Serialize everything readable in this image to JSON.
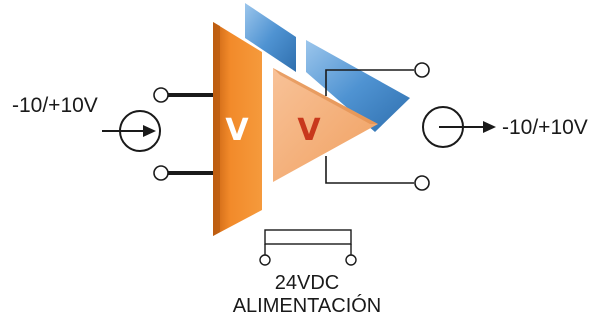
{
  "input": {
    "label": "-10/+10V"
  },
  "output": {
    "label": "-10/+10V"
  },
  "input_block": {
    "label": "V"
  },
  "amplifier_block": {
    "label": "V"
  },
  "power": {
    "voltage": "24VDC",
    "label": "ALIMENTACIÓN"
  },
  "colors": {
    "input_block": "#f28a2a",
    "input_block_dark": "#c86312",
    "amplifier_block": "#f5b07a",
    "amplifier_block_edge": "#e08a48",
    "shadow_blue": "#4f93d2",
    "shadow_blue_dark": "#2f6fae",
    "input_letter": "#ffffff",
    "amplifier_letter": "#c8381c",
    "line": "#1a1a1a"
  }
}
